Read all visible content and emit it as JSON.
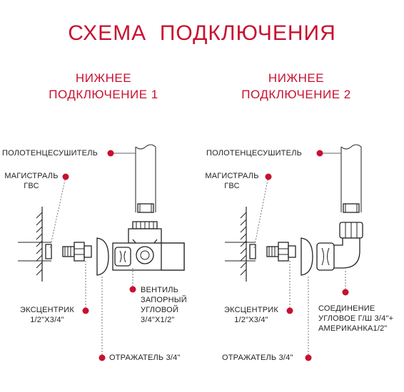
{
  "title": "СХЕМА  ПОДКЛЮЧЕНИЯ",
  "colors": {
    "accent": "#c8102e",
    "line": "#222222"
  },
  "left": {
    "heading_line1": "НИЖНЕЕ",
    "heading_line2": "ПОДКЛЮЧЕНИЕ 1",
    "towel_dryer": "ПОЛОТЕНЦЕСУШИТЕЛЬ",
    "main_line1": "МАГИСТРАЛЬ",
    "main_line2": "ГВС",
    "valve_line1": "ВЕНТИЛЬ",
    "valve_line2": "ЗАПОРНЫЙ",
    "valve_line3": "УГЛОВОЙ",
    "valve_line4": "3/4\"Х1/2\"",
    "eccentric_line1": "ЭКСЦЕНТРИК",
    "eccentric_line2": "1/2\"Х3/4\"",
    "reflector": "ОТРАЖАТЕЛЬ 3/4\""
  },
  "right": {
    "heading_line1": "НИЖНЕЕ",
    "heading_line2": "ПОДКЛЮЧЕНИЕ 2",
    "towel_dryer": "ПОЛОТЕНЦЕСУШИТЕЛЬ",
    "main_line1": "МАГИСТРАЛЬ",
    "main_line2": "ГВС",
    "connection_line1": "СОЕДИНЕНИЕ",
    "connection_line2": "УГЛОВОЕ Г/Ш 3/4\"+",
    "connection_line3": "АМЕРИКАНКА1/2\"",
    "eccentric_line1": "ЭКСЦЕНТРИК",
    "eccentric_line2": "1/2\"Х3/4\"",
    "reflector": "ОТРАЖАТЕЛЬ 3/4\""
  }
}
